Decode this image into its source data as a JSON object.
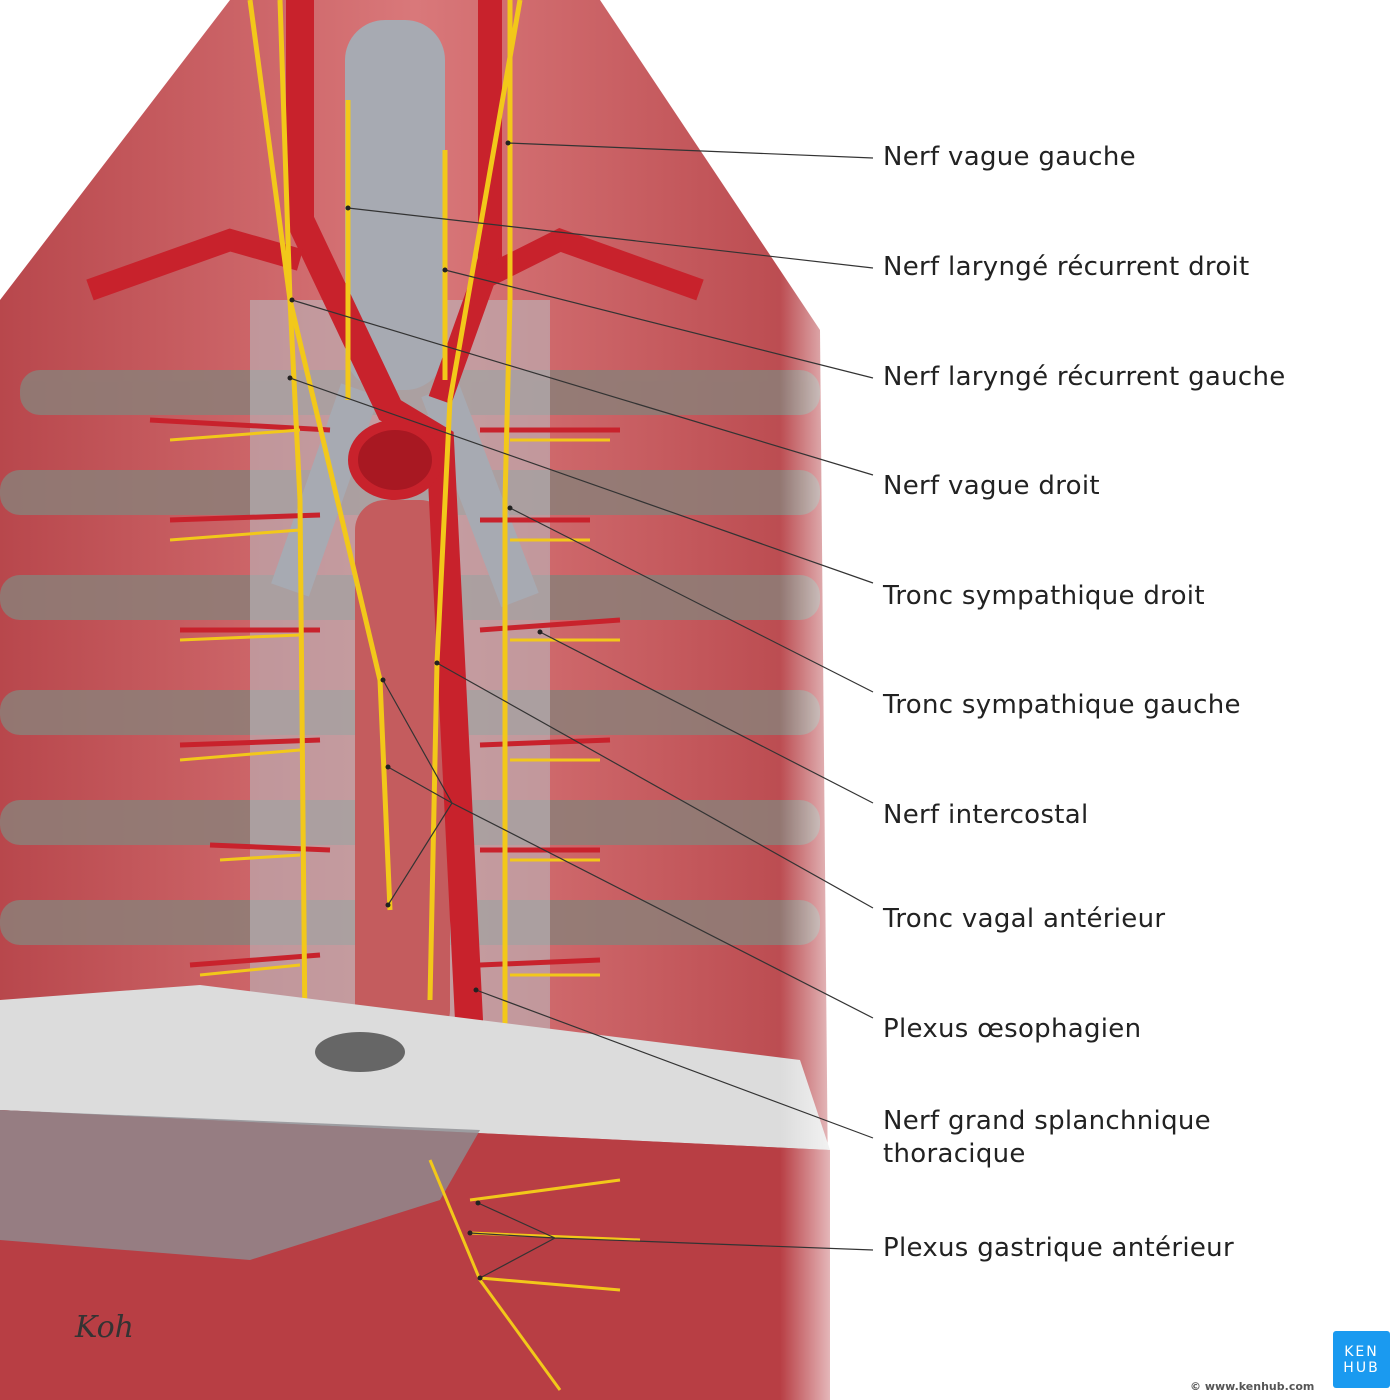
{
  "labels": [
    "Nerf vague gauche",
    "Nerf laryngé récurrent droit",
    "Nerf laryngé récurrent gauche",
    "Nerf vague droit",
    "Tronc sympathique droit",
    "Tronc sympathique gauche",
    "Nerf intercostal",
    "Tronc vagal antérieur",
    "Plexus œsophagien",
    "Nerf grand splanchnique\nthoracique",
    "Plexus gastrique antérieur"
  ],
  "label_lines": {
    "splanchnic_1": "Nerf grand splanchnique",
    "splanchnic_2": "thoracique"
  },
  "logo": {
    "line1": "KEN",
    "line2": "HUB",
    "brand_color": "#1a9af0"
  },
  "copyright": "© www.kenhub.com",
  "signature": "Koh",
  "colors": {
    "muscle": "#c9565a",
    "artery": "#c8222c",
    "nerve": "#f2c81a",
    "bone": "#9a9aa0"
  }
}
